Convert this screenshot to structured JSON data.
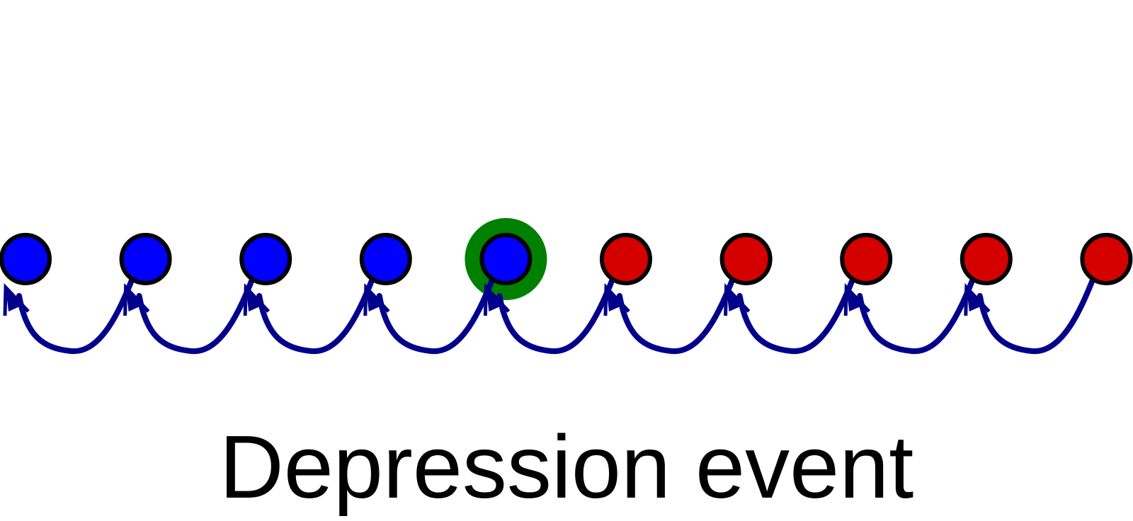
{
  "caption": "Depression event",
  "nodes": [
    {
      "state": "blue",
      "highlighted": false
    },
    {
      "state": "blue",
      "highlighted": false
    },
    {
      "state": "blue",
      "highlighted": false
    },
    {
      "state": "blue",
      "highlighted": false
    },
    {
      "state": "blue",
      "highlighted": true
    },
    {
      "state": "red",
      "highlighted": false
    },
    {
      "state": "red",
      "highlighted": false
    },
    {
      "state": "red",
      "highlighted": false
    },
    {
      "state": "red",
      "highlighted": false
    },
    {
      "state": "red",
      "highlighted": false
    }
  ],
  "edges": [
    {
      "from": 1,
      "to": 0
    },
    {
      "from": 2,
      "to": 1
    },
    {
      "from": 3,
      "to": 2
    },
    {
      "from": 4,
      "to": 3
    },
    {
      "from": 5,
      "to": 4
    },
    {
      "from": 6,
      "to": 5
    },
    {
      "from": 7,
      "to": 6
    },
    {
      "from": 8,
      "to": 7
    },
    {
      "from": 9,
      "to": 8
    }
  ],
  "colors": {
    "blue": "#0000ff",
    "red": "#d40000",
    "highlight": "#008000",
    "arrow": "#00008b",
    "outline": "#000000"
  }
}
